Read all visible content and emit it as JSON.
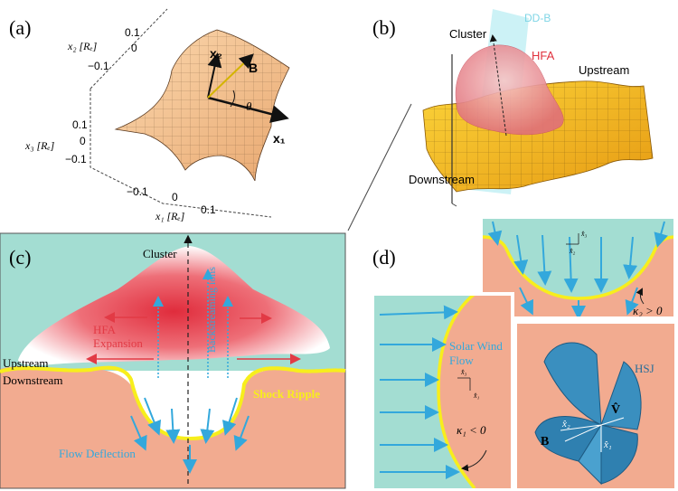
{
  "panels": {
    "a": {
      "label": "(a)",
      "x2_label": "x₂ [Rₑ]",
      "x2_ticks": [
        "0.1",
        "0",
        "−0.1"
      ],
      "x3_label": "x₃ [Rₑ]",
      "x3_ticks": [
        "0.1",
        "0",
        "−0.1"
      ],
      "x1_label": "x₁ [Rₑ]",
      "x1_ticks": [
        "−0.1",
        "0",
        "0.1"
      ],
      "vec_x2": "x₂",
      "vec_x1": "x₁",
      "vec_b": "B",
      "angle": "θ"
    },
    "b": {
      "label": "(b)",
      "plane": "DD-B",
      "cluster": "Cluster",
      "hfa": "HFA",
      "upstream": "Upstream",
      "downstream": "Downstream"
    },
    "c": {
      "label": "(c)",
      "cluster": "Cluster",
      "expansion_line1": "HFA",
      "expansion_line2": "Expansion",
      "backstreaming": "Backstreaming ions",
      "upstream": "Upstream",
      "downstream": "Downstream",
      "ripple": "Shock Ripple",
      "deflection": "Flow Deflection"
    },
    "d": {
      "label": "(d)",
      "solar_wind_line1": "Solar Wind",
      "solar_wind_line2": "Flow",
      "kappa1": "κ₁ < 0",
      "kappa2": "κ₂ > 0",
      "hsj": "HSJ",
      "b_vec": "B",
      "v_hat": "V̂",
      "x1": "x̂₁",
      "x2": "x̂₂",
      "x3": "x̂₃"
    }
  },
  "colors": {
    "teal": "#a3ddd2",
    "salmon": "#f2ab90",
    "shock_yellow": "#f7ee1c",
    "flow_blue": "#33a8dc",
    "hfa_red": "#e23a45",
    "hsj_blue": "#3a8fbf",
    "surface_tan": "#f6c28f"
  }
}
